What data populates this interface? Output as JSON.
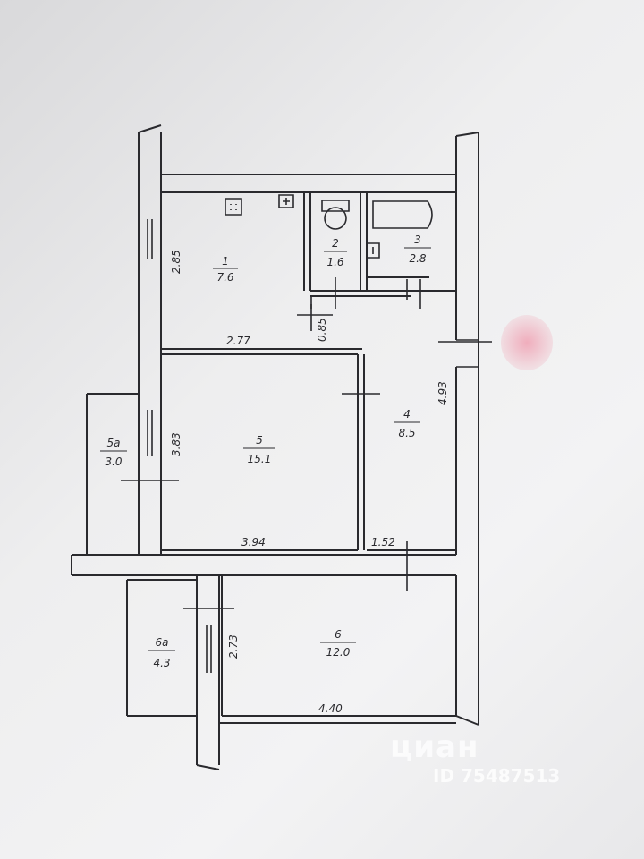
{
  "rooms": {
    "r1": {
      "num": "1",
      "area": "7.6"
    },
    "r2": {
      "num": "2",
      "area": "1.6"
    },
    "r3": {
      "num": "3",
      "area": "2.8"
    },
    "r4": {
      "num": "4",
      "area": "8.5"
    },
    "r5": {
      "num": "5",
      "area": "15.1"
    },
    "r6": {
      "num": "6",
      "area": "12.0"
    },
    "r5a": {
      "num": "5a",
      "area": "3.0"
    },
    "r6a": {
      "num": "6a",
      "area": "4.3"
    }
  },
  "dims": {
    "d_285": "2.85",
    "d_277": "2.77",
    "d_085": "0.85",
    "d_493": "4.93",
    "d_383": "3.83",
    "d_394": "3.94",
    "d_152": "1.52",
    "d_273": "2.73",
    "d_440": "4.40"
  },
  "watermark": {
    "brand": "циан",
    "id": "ID 75487513"
  },
  "colors": {
    "ink": "#2a2a2e",
    "paper": "#eeeeef",
    "stain": "#f0a0b4"
  }
}
